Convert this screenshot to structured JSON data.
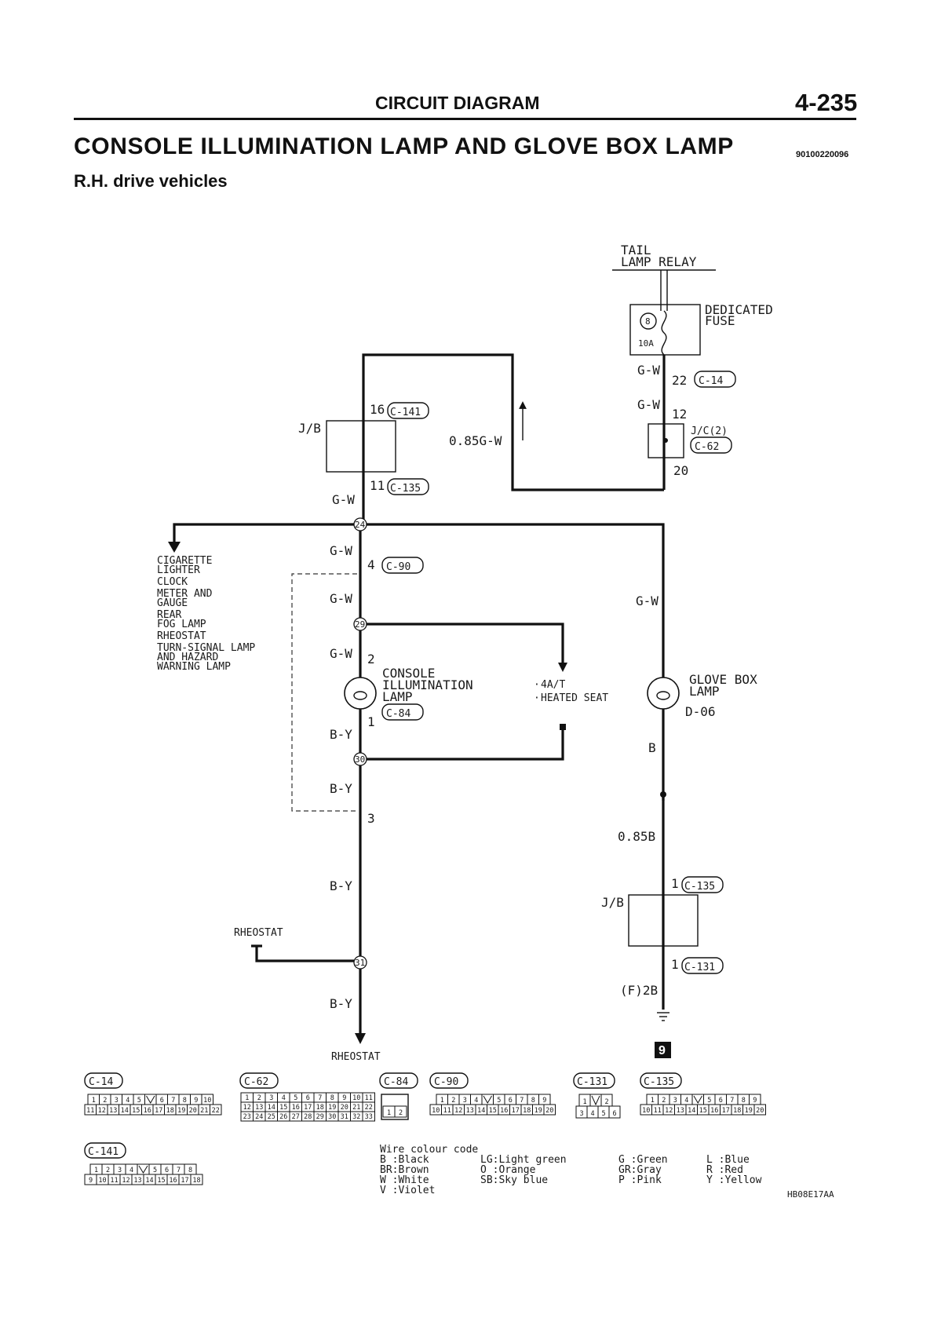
{
  "header": {
    "section": "CIRCUIT DIAGRAM",
    "page": "4-235",
    "title": "CONSOLE ILLUMINATION LAMP AND GLOVE BOX LAMP",
    "code": "90100220096",
    "subtitle": "R.H. drive vehicles"
  },
  "diagram": {
    "tail_lamp_relay": {
      "line1": "TAIL",
      "line2": "LAMP RELAY"
    },
    "dedicated_fuse": {
      "line1": "DEDICATED",
      "line2": "FUSE",
      "number": "8",
      "rating": "10A"
    },
    "wires": {
      "gw_a": "G-W",
      "gw_b": "G-W",
      "gw_c": "G-W",
      "gw_d": "G-W",
      "gw_e": "G-W",
      "gw_f": "G-W",
      "gw_g": "G-W",
      "by_a": "B-Y",
      "by_b": "B-Y",
      "by_c": "B-Y",
      "by_d": "B-Y",
      "size_gw": "0.85G-W",
      "b": "B",
      "size_b": "0.85B",
      "f2b": "(F)2B"
    },
    "pins": {
      "p22": "22",
      "p12": "12",
      "p20": "20",
      "p16": "16",
      "p11": "11",
      "p4": "4",
      "p2": "2",
      "p1": "1",
      "p3": "3",
      "p1b": "1",
      "p1c": "1"
    },
    "connectors": {
      "c14": "C-14",
      "c62": "C-62",
      "c141": "C-141",
      "c135": "C-135",
      "c90": "C-90",
      "c84": "C-84",
      "c135b": "C-135",
      "c131": "C-131"
    },
    "jc": "J/C(2)",
    "jb_upper": "J/B",
    "jb_lower": "J/B",
    "junctions": {
      "j24": "24",
      "j29": "29",
      "j30": "30",
      "j31": "31"
    },
    "loads": [
      "CIGARETTE",
      "LIGHTER",
      "CLOCK",
      "METER AND",
      "GAUGE",
      "REAR",
      "FOG LAMP",
      "RHEOSTAT",
      "TURN-SIGNAL LAMP",
      "AND HAZARD",
      "WARNING LAMP"
    ],
    "console_lamp": {
      "line1": "CONSOLE",
      "line2": "ILLUMINATION",
      "line3": "LAMP"
    },
    "seat_options": [
      "4A/T",
      "HEATED SEAT"
    ],
    "glove_lamp": {
      "line1": "GLOVE BOX",
      "line2": "LAMP",
      "code": "D-06"
    },
    "rheostat_in": "RHEOSTAT",
    "rheostat_out": "RHEOSTAT",
    "ground": "9"
  },
  "connector_labels": {
    "c14": "C-14",
    "c62": "C-62",
    "c84": "C-84",
    "c90": "C-90",
    "c131": "C-131",
    "c135": "C-135",
    "c141": "C-141"
  },
  "pinouts": {
    "c14_row1": [
      "1",
      "2",
      "3",
      "4",
      "5",
      "",
      "6",
      "7",
      "8",
      "9",
      "10"
    ],
    "c14_row2": [
      "11",
      "12",
      "13",
      "14",
      "15",
      "16",
      "17",
      "18",
      "19",
      "20",
      "21",
      "22"
    ],
    "c62_row1": [
      "1",
      "2",
      "3",
      "4",
      "5",
      "6",
      "7",
      "8",
      "9",
      "10",
      "11"
    ],
    "c62_row2": [
      "12",
      "13",
      "14",
      "15",
      "16",
      "17",
      "18",
      "19",
      "20",
      "21",
      "22"
    ],
    "c62_row3": [
      "23",
      "24",
      "25",
      "26",
      "27",
      "28",
      "29",
      "30",
      "31",
      "32",
      "33"
    ],
    "c84_row2": [
      "1",
      "2"
    ],
    "c90_row1": [
      "1",
      "2",
      "3",
      "4",
      "",
      "5",
      "6",
      "7",
      "8",
      "9"
    ],
    "c90_row2": [
      "10",
      "11",
      "12",
      "13",
      "14",
      "15",
      "16",
      "17",
      "18",
      "19",
      "20"
    ],
    "c131_row1": [
      "1",
      "",
      "2"
    ],
    "c131_row2": [
      "3",
      "4",
      "5",
      "6"
    ],
    "c135_row1": [
      "1",
      "2",
      "3",
      "4",
      "",
      "5",
      "6",
      "7",
      "8",
      "9"
    ],
    "c135_row2": [
      "10",
      "11",
      "12",
      "13",
      "14",
      "15",
      "16",
      "17",
      "18",
      "19",
      "20"
    ],
    "c141_row1": [
      "1",
      "2",
      "3",
      "4",
      "",
      "5",
      "6",
      "7",
      "8"
    ],
    "c141_row2": [
      "9",
      "10",
      "11",
      "12",
      "13",
      "14",
      "15",
      "16",
      "17",
      "18"
    ]
  },
  "colour_code": {
    "title": "Wire colour code",
    "col1": [
      "B :Black",
      "BR:Brown",
      "W :White",
      "V :Violet"
    ],
    "col2": [
      "LG:Light green",
      "O :Orange",
      "SB:Sky blue"
    ],
    "col3": [
      "G :Green",
      "GR:Gray",
      "P :Pink"
    ],
    "col4": [
      "L :Blue",
      "R :Red",
      "Y :Yellow"
    ]
  },
  "figure_code": "HB08E17AA"
}
